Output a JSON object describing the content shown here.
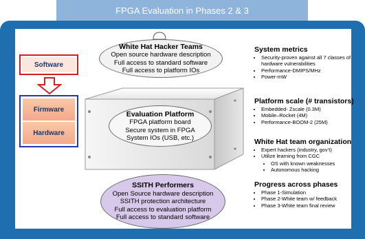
{
  "title": "FPGA Evaluation in Phases 2 & 3",
  "left": {
    "software": "Software",
    "firmware": "Firmware",
    "hardware": "Hardware"
  },
  "white_hat": {
    "title": "White Hat Hacker Teams",
    "lines": [
      "Open source hardware description",
      "Full access to standard software",
      "Full access to platform IOs"
    ]
  },
  "platform": {
    "title": "Evaluation Platform",
    "lines": [
      "FPGA platform board",
      "Secure system in FPGA",
      "System IOs (USB, etc.)"
    ]
  },
  "performers": {
    "title": "SSITH Performers",
    "lines": [
      "Open Source hardware description",
      "SSITH protection architecture",
      "Full access to evaluation platform",
      "Full access to standard software"
    ]
  },
  "sections": {
    "metrics": {
      "title": "System metrics",
      "items": [
        "Security-proven against all 7 classes of hardware vulnerabilities",
        "Performance-DMIPS/MHz",
        "Power-mW"
      ]
    },
    "scale": {
      "title": "Platform scale (# transistors)",
      "items": [
        "Embedded- Zscale (0.3M)",
        "Mobile–Rocket (4M)",
        "Performance-BOOM-2 (25M)"
      ]
    },
    "team": {
      "title": "White Hat team organization",
      "items": [
        "Expert hackers (industry, gov’t)",
        "Utilize learning from CGC"
      ],
      "subitems": [
        "OS with known weaknesses",
        "Autonomous hacking"
      ]
    },
    "progress": {
      "title": "Progress across phases",
      "items": [
        "Phase 1-Simulation",
        "Phase 2-White team w/ feedback",
        "Phase 3-White team final review"
      ]
    }
  },
  "colors": {
    "title_bar": "#8fb4dc",
    "frame": "#1f6fb0",
    "software_border": "#d21f1f",
    "firmware_border": "#1f3aa8",
    "arrow": "#d21f1f",
    "performers_fill": "#d8c8ea"
  }
}
